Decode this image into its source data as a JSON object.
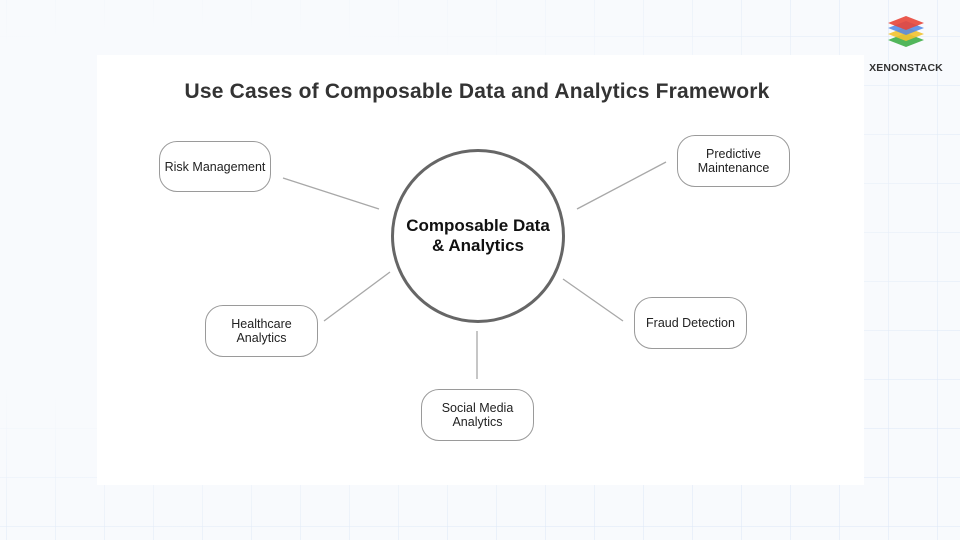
{
  "title": "Use Cases of Composable Data and Analytics Framework",
  "hub": {
    "label": "Composable Data\n& Analytics",
    "line1": "Composable Data",
    "line2": "& Analytics"
  },
  "nodes": [
    {
      "id": "risk-management",
      "label": "Risk Management"
    },
    {
      "id": "predictive-maintenance",
      "label": "Predictive\nMaintenance"
    },
    {
      "id": "healthcare-analytics",
      "label": "Healthcare\nAnalytics"
    },
    {
      "id": "fraud-detection",
      "label": "Fraud Detection"
    },
    {
      "id": "social-media-analytics",
      "label": "Social Media\nAnalytics"
    }
  ],
  "logo": {
    "text": "XENONSTACK",
    "icon": "stacked-layers-icon",
    "colors": [
      "#e8463a",
      "#4f86e8",
      "#f2c230",
      "#3fae49"
    ]
  },
  "colors": {
    "hub_border": "#666666",
    "node_border": "#9a9a9a",
    "connector": "#a8a8a8",
    "title": "#333333"
  }
}
